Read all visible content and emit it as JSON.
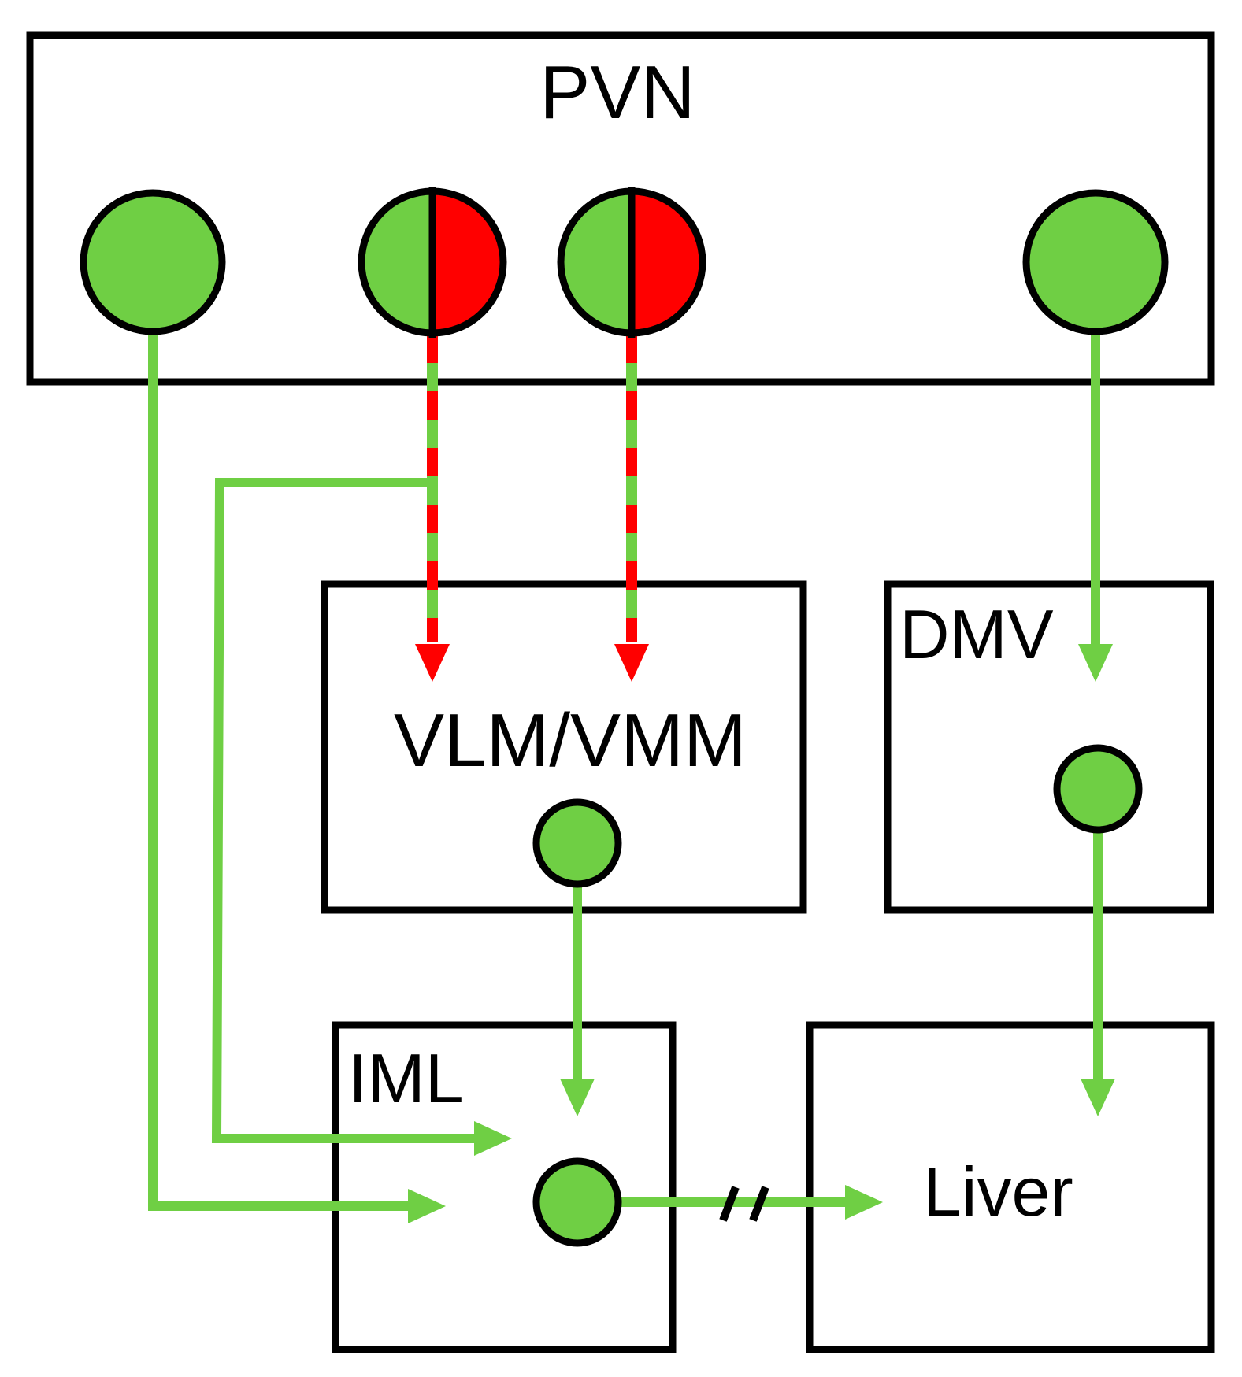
{
  "colors": {
    "green": "#6fcf44",
    "red": "#ff0000",
    "outline": "#000000",
    "background": "#ffffff"
  },
  "regions": {
    "pvn": "PVN",
    "vlm_vmm": "VLM/VMM",
    "dmv": "DMV",
    "iml": "IML",
    "liver": "Liver"
  }
}
